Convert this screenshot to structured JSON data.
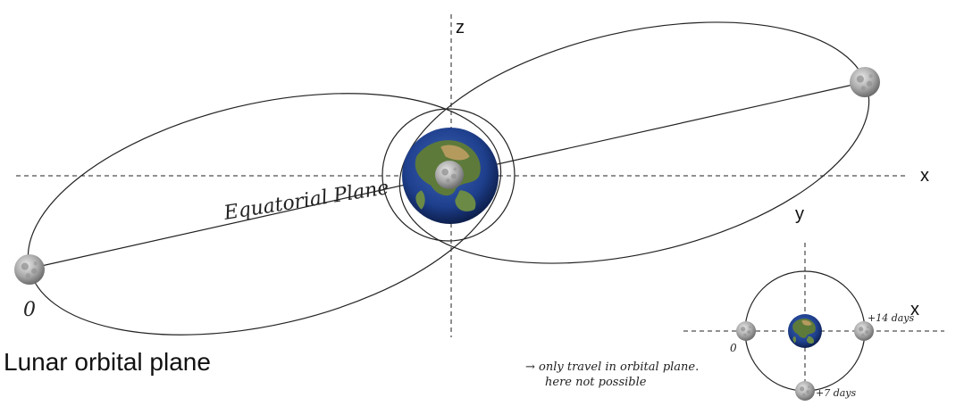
{
  "main_diagram": {
    "axis_labels": {
      "z": "z",
      "x": "x",
      "y": "y"
    },
    "plane_label": "Equatorial Plane",
    "start_label": "0",
    "caption": "Lunar orbital plane"
  },
  "inset_diagram": {
    "axis_label_x": "x",
    "start_label": "0",
    "label_14days": "+14 days",
    "label_7days": "+7 days"
  },
  "note": {
    "line1": "→ only travel in orbital plane.",
    "line2": "here not possible"
  },
  "colors": {
    "ocean": "#1e3f8c",
    "land": "#5d7a3a",
    "desert": "#b59a5e",
    "moon": "#a8a8a8",
    "ink": "#222222"
  }
}
